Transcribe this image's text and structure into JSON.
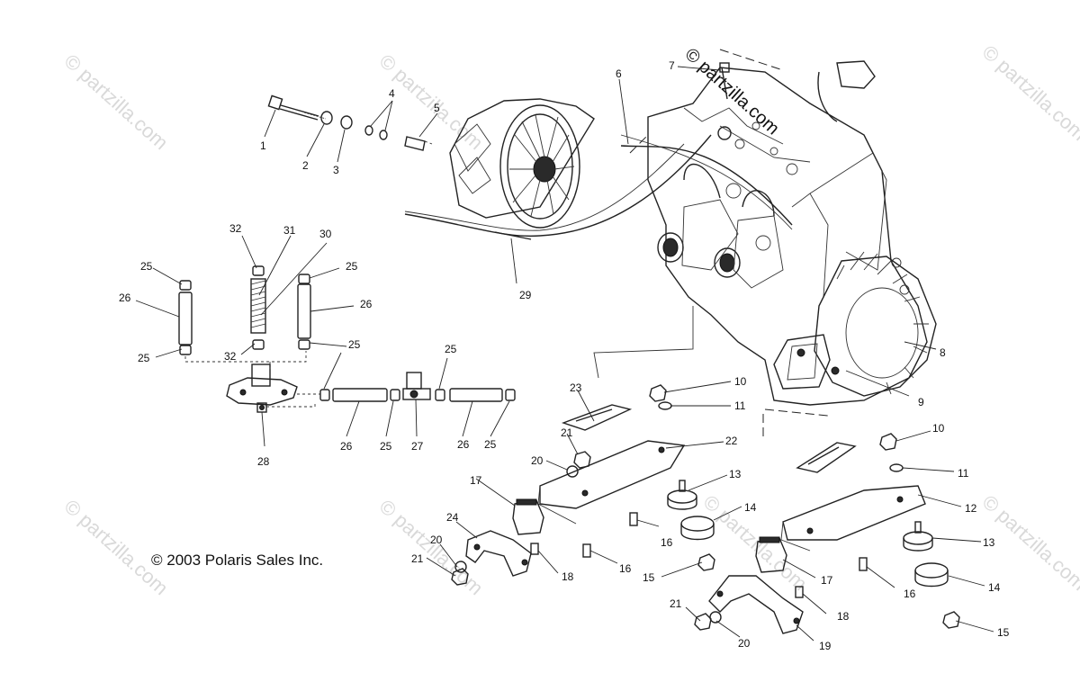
{
  "watermark": "© partzilla.com",
  "copyright": "© 2003 Polaris Sales Inc.",
  "callouts": [
    "1",
    "2",
    "3",
    "4",
    "5",
    "6",
    "7",
    "8",
    "9",
    "10",
    "10",
    "11",
    "11",
    "12",
    "13",
    "13",
    "14",
    "14",
    "15",
    "15",
    "16",
    "16",
    "16",
    "17",
    "17",
    "18",
    "18",
    "19",
    "20",
    "20",
    "20",
    "21",
    "21",
    "21",
    "22",
    "23",
    "24",
    "25",
    "25",
    "25",
    "25",
    "25",
    "25",
    "25",
    "26",
    "26",
    "26",
    "26",
    "27",
    "28",
    "29",
    "30",
    "31",
    "32",
    "32"
  ]
}
